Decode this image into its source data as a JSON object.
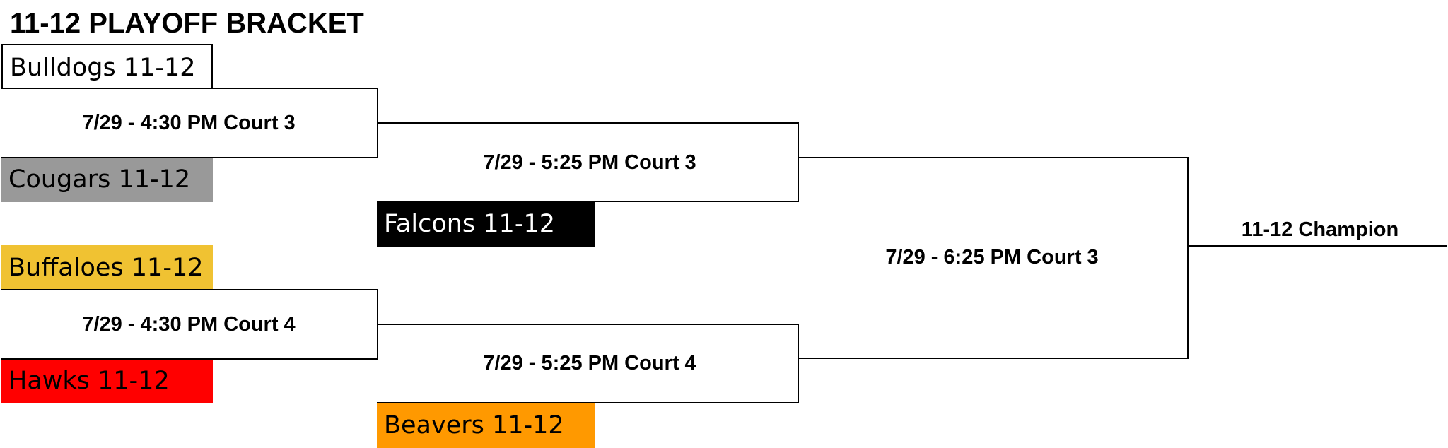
{
  "title": "11-12 PLAYOFF BRACKET",
  "teams": [
    {
      "name": "Bulldogs 11-12",
      "fill": "#ffffff",
      "text_color": "#000000"
    },
    {
      "name": "Cougars 11-12",
      "fill": "#999999",
      "text_color": "#000000"
    },
    {
      "name": "Falcons 11-12",
      "fill": "#000000",
      "text_color": "#ffffff"
    },
    {
      "name": "Buffaloes 11-12",
      "fill": "#f0c232",
      "text_color": "#000000"
    },
    {
      "name": "Hawks 11-12",
      "fill": "#ff0000",
      "text_color": "#000000"
    },
    {
      "name": "Beavers 11-12",
      "fill": "#ff9900",
      "text_color": "#000000"
    }
  ],
  "games": [
    "7/29 - 4:30 PM Court 3",
    "7/29 - 4:30 PM Court 4",
    "7/29 - 5:25 PM Court 3",
    "7/29 - 5:25 PM Court 4",
    "7/29 - 6:25 PM Court 3"
  ],
  "champion_label": "11-12 Champion"
}
